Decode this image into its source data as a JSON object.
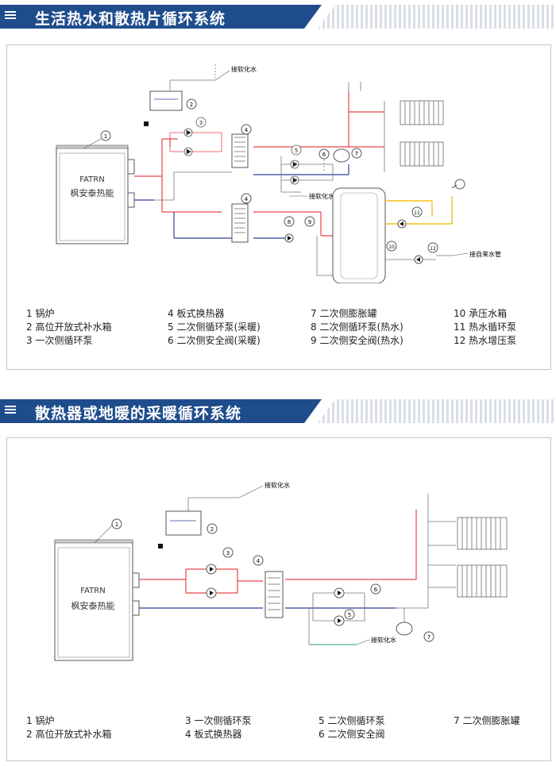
{
  "sections": [
    {
      "title": "生活热水和散热片循环系统",
      "brand": "FATRN",
      "brand_cn": "枫安泰热能",
      "labels": {
        "soft_water_1": "接软化水",
        "soft_water_2": "接软化水",
        "tap_water": "接自来水管"
      },
      "legend": [
        [
          "1 锅炉",
          "2 高位开放式补水箱",
          "3 一次侧循环泵"
        ],
        [
          "4 板式换热器",
          "5 二次侧循环泵(采暖)",
          "6 二次侧安全阀(采暖)"
        ],
        [
          "7 二次侧膨胀罐",
          "8 二次侧循环泵(热水)",
          "9 二次侧安全阀(热水)"
        ],
        [
          "10 承压水箱",
          "11 热水循环泵",
          "12 热水增压泵"
        ]
      ]
    },
    {
      "title": "散热器或地暖的采暖循环系统",
      "brand": "FATRN",
      "brand_cn": "枫安泰热能",
      "labels": {
        "soft_water_1": "接软化水",
        "soft_water_2": "接软化水"
      },
      "legend": [
        [
          "1 锅炉",
          "2 高位开放式补水箱"
        ],
        [
          "3 一次侧循环泵",
          "4 板式换热器"
        ],
        [
          "5 二次侧循环泵",
          "6 二次侧安全阀"
        ],
        [
          "7 二次侧膨胀罐"
        ]
      ]
    }
  ],
  "colors": {
    "banner": "#1f4d8c",
    "hot_pipe": "#e8434a",
    "return_pipe": "#2f3f9a",
    "cold_pipe": "#f3c316",
    "soft_pipe": "#2a9a7a"
  }
}
